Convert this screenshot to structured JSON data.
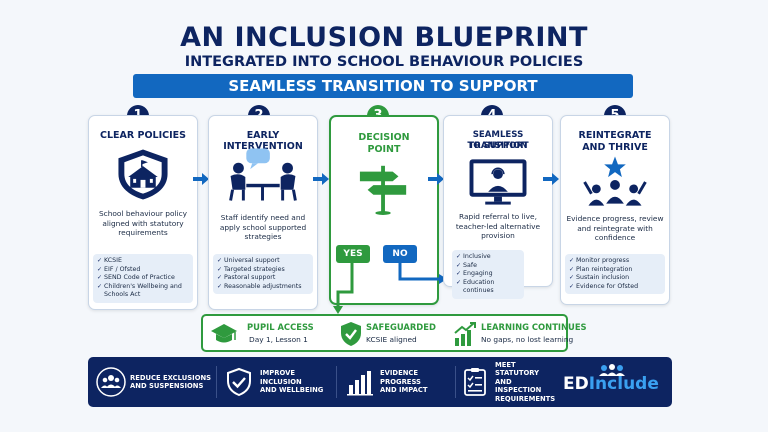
{
  "header": {
    "title": "AN INCLUSION BLUEPRINT",
    "subtitle": "INTEGRATED INTO SCHOOL BEHAVIOUR POLICIES",
    "banner": "SEAMLESS TRANSITION TO SUPPORT"
  },
  "steps": [
    {
      "number": "1",
      "title": "CLEAR POLICIES",
      "icon": "school-shield-icon",
      "description": "School behaviour policy aligned with statutory requirements",
      "items": [
        "KCSIE",
        "EIF / Ofsted",
        "SEND Code of Practice",
        "Children's Wellbeing and Schools Act"
      ]
    },
    {
      "number": "2",
      "title": "EARLY INTERVENTION",
      "icon": "meeting-icon",
      "description": "Staff identify need and apply school supported strategies",
      "items": [
        "Universal support",
        "Targeted strategies",
        "Pastoral support",
        "Reasonable adjustments"
      ]
    },
    {
      "number": "3",
      "title_line1": "DECISION",
      "title_line2": "POINT",
      "icon": "signpost-icon"
    },
    {
      "number": "4",
      "title_line1": "SEAMLESS TRANSITION",
      "title_line2": "TO SUPPORT",
      "icon": "online-tutor-icon",
      "description": "Rapid referral to live, teacher-led alternative provision",
      "items": [
        "Inclusive",
        "Safe",
        "Engaging",
        "Education continues"
      ]
    },
    {
      "number": "5",
      "title_line1": "REINTEGRATE",
      "title_line2": "AND THRIVE",
      "icon": "celebrating-group-icon",
      "description": "Evidence progress, review and reintegrate with confidence",
      "items": [
        "Monitor progress",
        "Plan reintegration",
        "Sustain inclusion",
        "Evidence for Ofsted"
      ]
    }
  ],
  "decision": {
    "yes_label": "YES",
    "no_label": "NO"
  },
  "outcomes": [
    {
      "title": "PUPIL ACCESS",
      "subtitle": "Day 1, Lesson 1",
      "icon": "graduation-cap-icon"
    },
    {
      "title": "SAFEGUARDED",
      "subtitle": "KCSIE aligned",
      "icon": "shield-check-icon"
    },
    {
      "title": "LEARNING CONTINUES",
      "subtitle": "No gaps, no lost learning",
      "icon": "growth-chart-icon"
    }
  ],
  "footer": {
    "items": [
      {
        "line1": "REDUCE EXCLUSIONS",
        "line2": "AND SUSPENSIONS",
        "icon": "group-icon"
      },
      {
        "line1": "IMPROVE INCLUSION",
        "line2": "AND WELLBEING",
        "icon": "shield-check-icon"
      },
      {
        "line1": "EVIDENCE PROGRESS",
        "line2": "AND IMPACT",
        "icon": "bar-chart-icon"
      },
      {
        "line1": "MEET STATUTORY",
        "line2": "AND INSPECTION",
        "line3": "REQUIREMENTS",
        "icon": "checklist-icon"
      }
    ],
    "logo_prefix": "ED",
    "logo_suffix": "Include"
  },
  "colors": {
    "navy": "#0d2461",
    "blue": "#1268c0",
    "green": "#2f9a3e",
    "list_bg": "#e6eef8"
  }
}
